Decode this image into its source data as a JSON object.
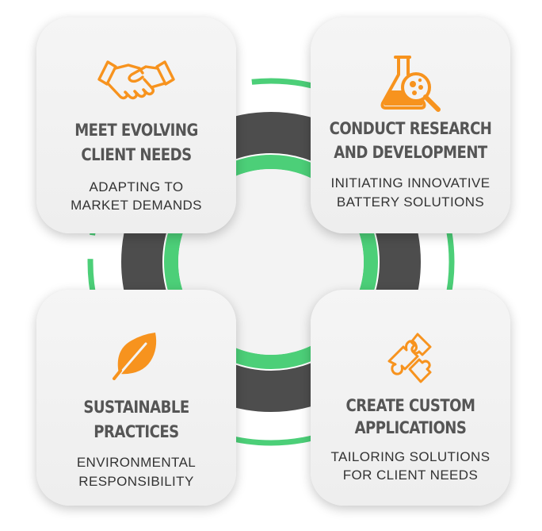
{
  "colors": {
    "accent_orange": "#f7931e",
    "ring_green": "#4ccf78",
    "ring_dark": "#4d4d4d",
    "title_gray": "#555555",
    "text_dark": "#333333"
  },
  "cards": [
    {
      "icon": "handshake-icon",
      "title_line1": "MEET EVOLVING",
      "title_line2": "CLIENT NEEDS",
      "sub_line1": "ADAPTING TO",
      "sub_line2": "MARKET DEMANDS"
    },
    {
      "icon": "flask-magnifier-icon",
      "title_line1": "CONDUCT RESEARCH",
      "title_line2": "AND DEVELOPMENT",
      "sub_line1": "INITIATING INNOVATIVE",
      "sub_line2": "BATTERY SOLUTIONS"
    },
    {
      "icon": "leaf-icon",
      "title_line1": "SUSTAINABLE",
      "title_line2": "PRACTICES",
      "sub_line1": "ENVIRONMENTAL",
      "sub_line2": "RESPONSIBILITY"
    },
    {
      "icon": "puzzle-piece-icon",
      "title_line1": "CREATE CUSTOM",
      "title_line2": "APPLICATIONS",
      "sub_line1": "TAILORING SOLUTIONS",
      "sub_line2": "FOR CLIENT NEEDS"
    }
  ]
}
